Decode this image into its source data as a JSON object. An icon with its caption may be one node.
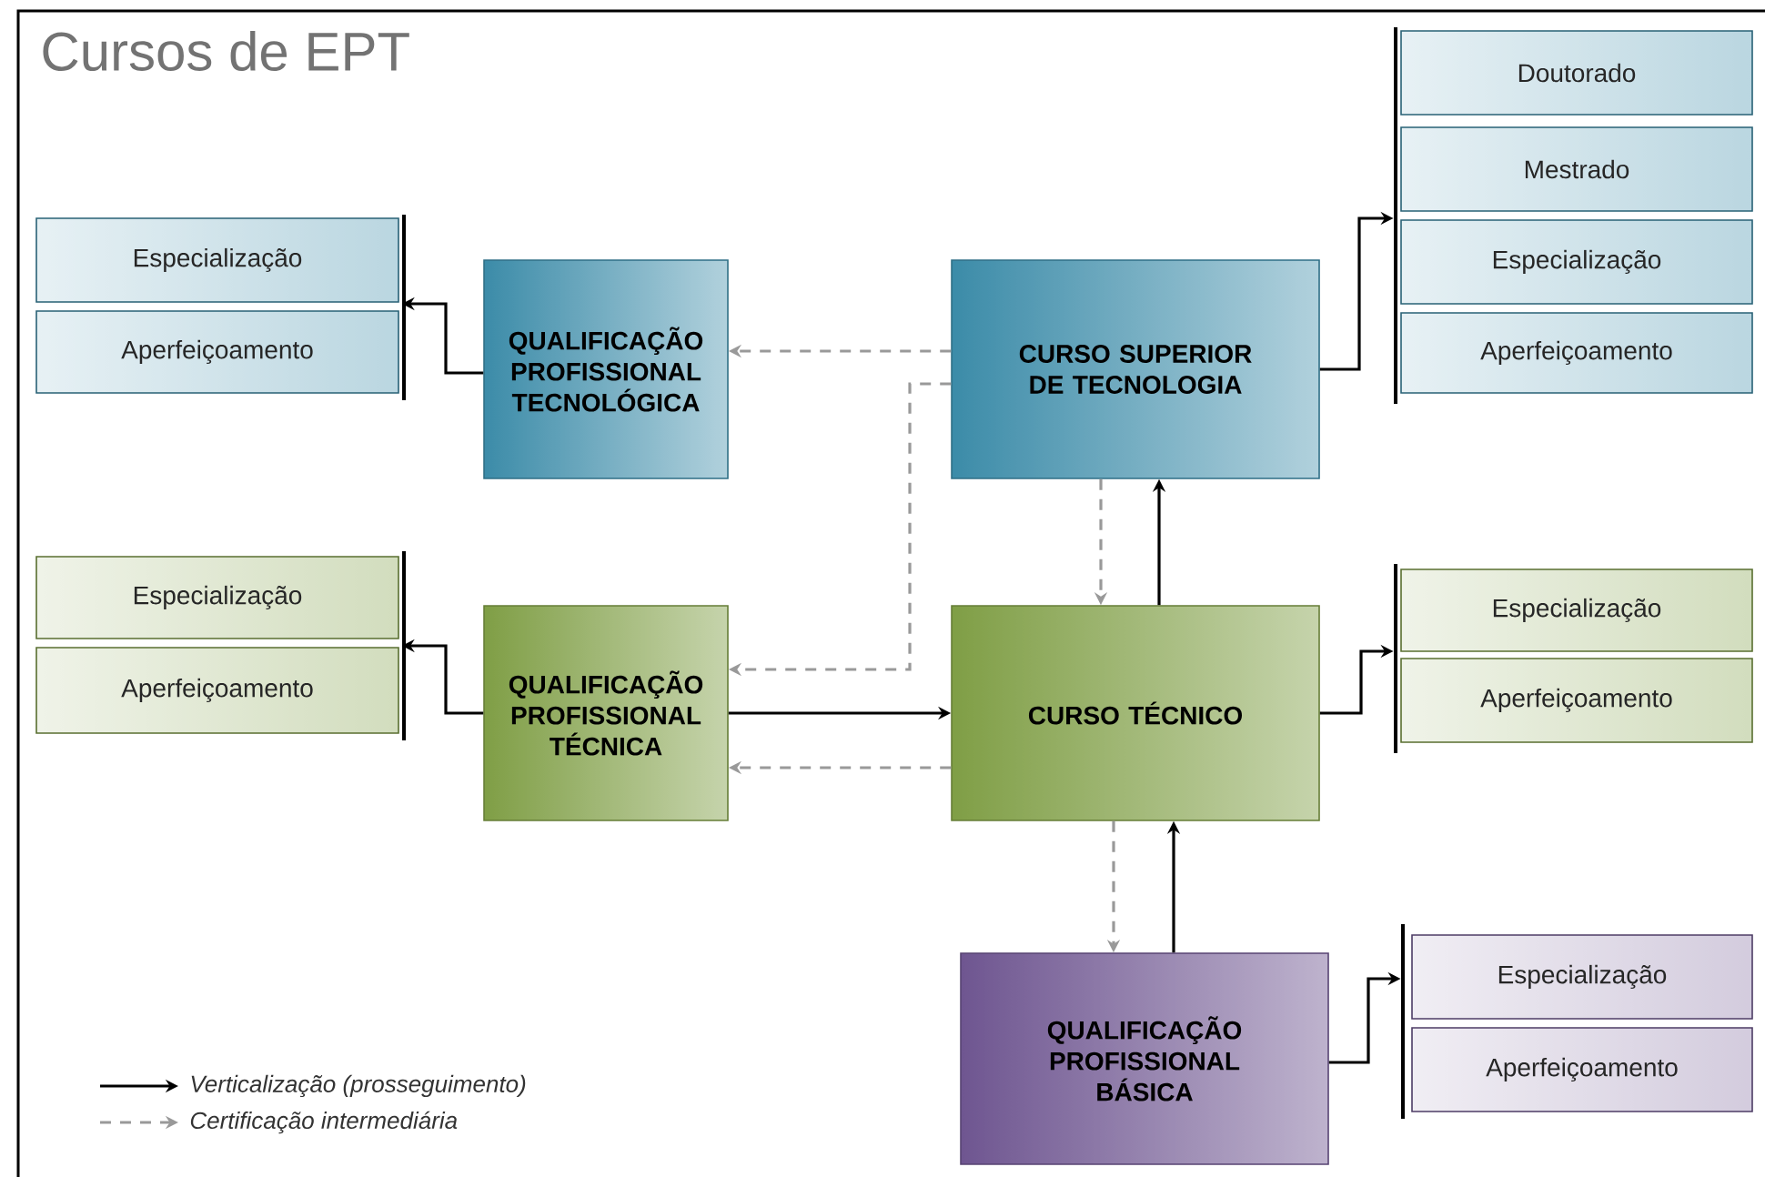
{
  "diagram": {
    "title": "Cursos de EPT",
    "nodes": [
      {
        "text": [
          "QUALIFICAÇÃO PROFISSIONAL TECNOLÓGICA"
        ]
      },
      {
        "text": [
          "CURSO SUPERIOR DE TECNOLOGIA"
        ]
      },
      {
        "text": [
          "QUALIFICAÇÃO PROFISSIONAL TÉCNICA"
        ]
      },
      {
        "text": [
          "CURSO TÉCNICO"
        ]
      },
      {
        "text": [
          "QUALIFICAÇÃO PROFISSIONAL BÁSICA"
        ]
      },
      {
        "text": [],
        "shape": "bar"
      },
      {
        "text": [
          "Especialização"
        ]
      },
      {
        "text": [
          "Aperfeiçoamento"
        ]
      },
      {
        "text": [],
        "shape": "bar"
      },
      {
        "text": [
          "Doutorado"
        ]
      },
      {
        "text": [
          "Mestrado"
        ]
      },
      {
        "text": [
          "Especialização"
        ]
      },
      {
        "text": [
          "Aperfeiçoamento"
        ]
      },
      {
        "text": [],
        "shape": "bar"
      },
      {
        "text": [
          "Especialização"
        ]
      },
      {
        "text": [
          "Aperfeiçoamento"
        ]
      },
      {
        "text": [],
        "shape": "bar"
      },
      {
        "text": [
          "Especialização"
        ]
      },
      {
        "text": [
          "Aperfeiçoamento"
        ]
      },
      {
        "text": [],
        "shape": "bar"
      },
      {
        "text": [
          "Especialização"
        ]
      },
      {
        "text": [
          "Aperfeiçoamento"
        ]
      }
    ],
    "edges": [
      {
        "from": 1,
        "to": 0,
        "arrow": "to",
        "style": "dashed",
        "color": "#999999"
      },
      {
        "from": 1,
        "to": 2,
        "arrow": "to",
        "style": "dashed",
        "color": "#999999"
      },
      {
        "from": 1,
        "to": 3,
        "arrow": "to",
        "style": "dashed",
        "color": "#999999"
      },
      {
        "from": 3,
        "to": 2,
        "arrow": "to",
        "style": "dashed",
        "color": "#999999"
      },
      {
        "from": 3,
        "to": 4,
        "arrow": "to",
        "style": "dashed",
        "color": "#999999"
      },
      {
        "from": 2,
        "to": 3,
        "arrow": "to"
      },
      {
        "from": 3,
        "to": 1,
        "arrow": "to"
      },
      {
        "from": 4,
        "to": 3,
        "arrow": "to"
      },
      {
        "from": 0,
        "to": 5,
        "arrow": "to"
      },
      {
        "from": 1,
        "to": 8,
        "arrow": "to"
      },
      {
        "from": 2,
        "to": 13,
        "arrow": "to"
      },
      {
        "from": 3,
        "to": 16,
        "arrow": "to"
      },
      {
        "from": 4,
        "to": 19,
        "arrow": "to"
      }
    ],
    "legend": [
      {
        "text": "Verticalização (prosseguimento)"
      },
      {
        "text": "Certificação intermediária"
      }
    ]
  }
}
